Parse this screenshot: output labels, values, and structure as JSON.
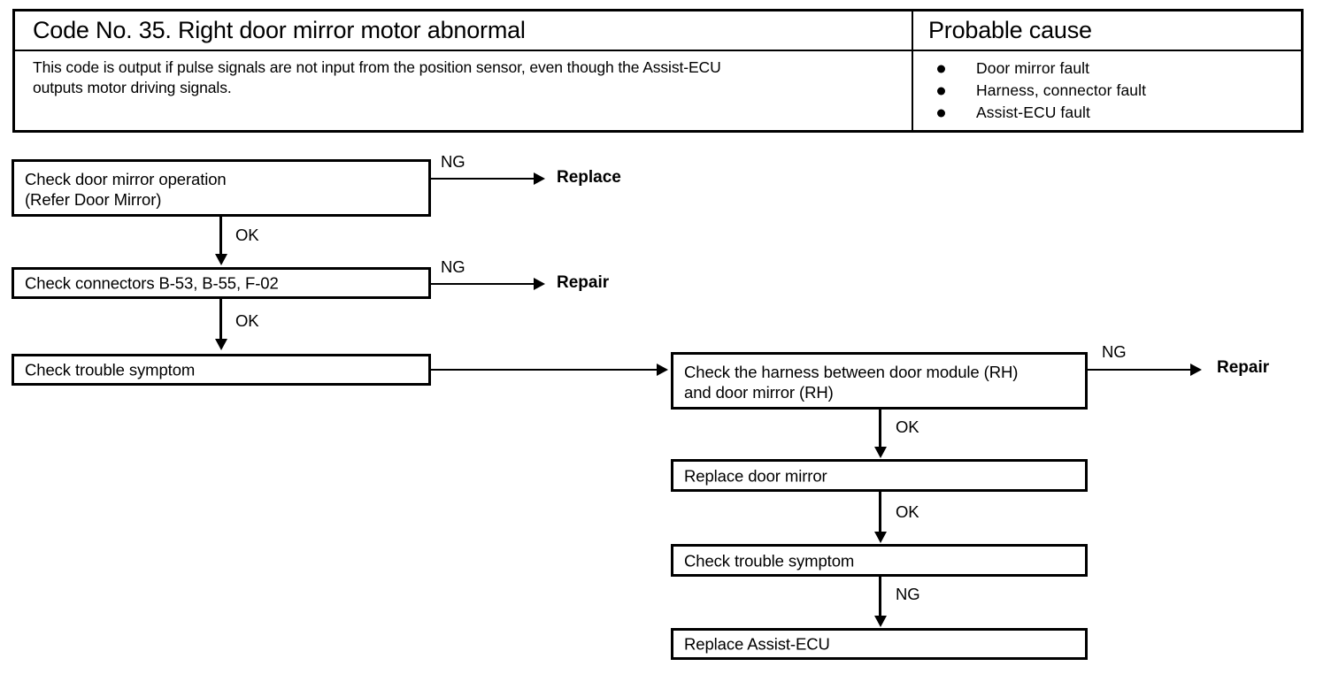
{
  "header": {
    "code_title": "Code No. 35. Right door mirror motor abnormal",
    "cause_title": "Probable cause",
    "description_line1": "This code is output if pulse signals are not input from the position sensor, even though the Assist-ECU",
    "description_line2": "outputs motor driving signals.",
    "causes": [
      "Door mirror fault",
      "Harness, connector fault",
      "Assist-ECU fault"
    ]
  },
  "flow": {
    "left_boxes": [
      {
        "line1": "Check door mirror operation",
        "line2": "(Refer Door Mirror)"
      },
      {
        "line1": "Check connectors B-53, B-55, F-02",
        "line2": ""
      },
      {
        "line1": "Check trouble symptom",
        "line2": ""
      }
    ],
    "right_boxes": [
      {
        "line1": "Check the harness between door module (RH)",
        "line2": "and door mirror (RH)"
      },
      {
        "line1": "Replace door mirror",
        "line2": ""
      },
      {
        "line1": "Check trouble symptom",
        "line2": ""
      },
      {
        "line1": "Replace Assist-ECU",
        "line2": ""
      }
    ],
    "edge_labels": {
      "ng1": "NG",
      "ok1": "OK",
      "ng2": "NG",
      "ok2": "OK",
      "ng3": "NG",
      "ok3": "OK",
      "ok4": "OK",
      "ng4": "NG"
    },
    "terminals": {
      "replace": "Replace",
      "repair_left": "Repair",
      "repair_right": "Repair"
    }
  },
  "colors": {
    "ink": "#000000",
    "paper": "#ffffff"
  }
}
